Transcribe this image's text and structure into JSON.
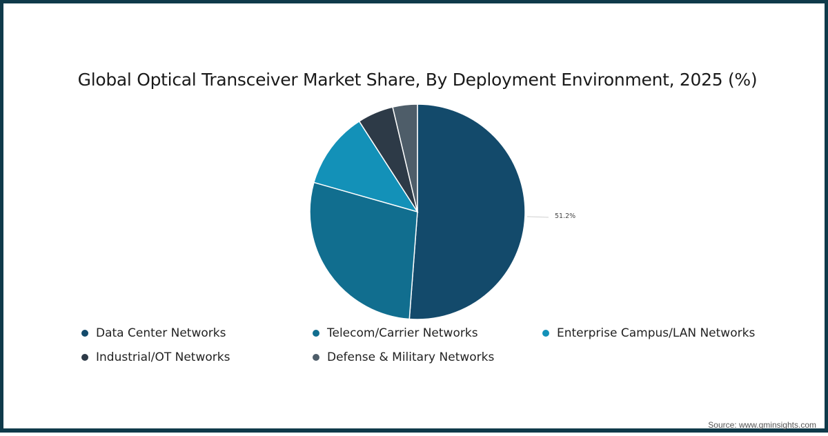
{
  "chart_data": {
    "type": "pie",
    "title": "Global Optical Transceiver Market Share, By Deployment Environment, 2025 (%)",
    "categories": [
      "Data Center Networks",
      "Telecom/Carrier Networks",
      "Enterprise Campus/LAN Networks",
      "Industrial/OT Networks",
      "Defense & Military Networks"
    ],
    "values": [
      51.2,
      28.2,
      11.5,
      5.4,
      3.7
    ],
    "colors": [
      "#134a6b",
      "#116e8f",
      "#1391b8",
      "#2d3a47",
      "#4e5d69"
    ],
    "data_labels": [
      {
        "category": "Data Center Networks",
        "text": "51.2%"
      }
    ],
    "start_angle_deg": 0,
    "direction": "clockwise",
    "legend_position": "bottom"
  },
  "title": "Global Optical Transceiver Market Share, By Deployment Environment, 2025 (%)",
  "label_data_center": "51.2%",
  "legend": [
    {
      "label": "Data Center Networks",
      "color": "#134a6b"
    },
    {
      "label": "Telecom/Carrier Networks",
      "color": "#116e8f"
    },
    {
      "label": "Enterprise Campus/LAN Networks",
      "color": "#1391b8"
    },
    {
      "label": "Industrial/OT Networks",
      "color": "#2d3a47"
    },
    {
      "label": "Defense & Military Networks",
      "color": "#4e5d69"
    }
  ],
  "source": "Source: www.gminsights.com",
  "colors": {
    "frame": "#0f3a4a",
    "background": "#ffffff"
  }
}
